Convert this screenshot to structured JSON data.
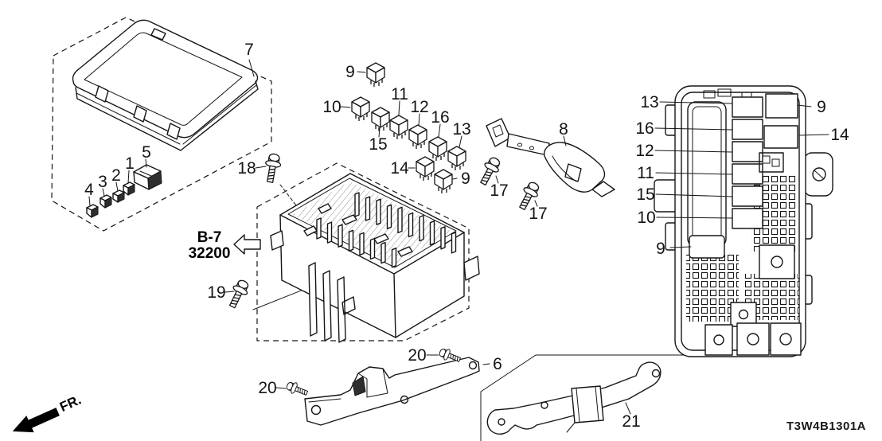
{
  "diagram": {
    "code": "T3W4B1301A",
    "direction_label": "FR.",
    "reference_label": "B-7",
    "reference_code": "32200"
  },
  "callouts": [
    "7",
    "5",
    "1",
    "2",
    "3",
    "4",
    "18",
    "19",
    "9",
    "10",
    "11",
    "15",
    "12",
    "16",
    "13",
    "14",
    "9",
    "8",
    "17",
    "17",
    "13",
    "16",
    "12",
    "11",
    "15",
    "10",
    "9",
    "9",
    "14",
    "20",
    "20",
    "6",
    "21"
  ]
}
